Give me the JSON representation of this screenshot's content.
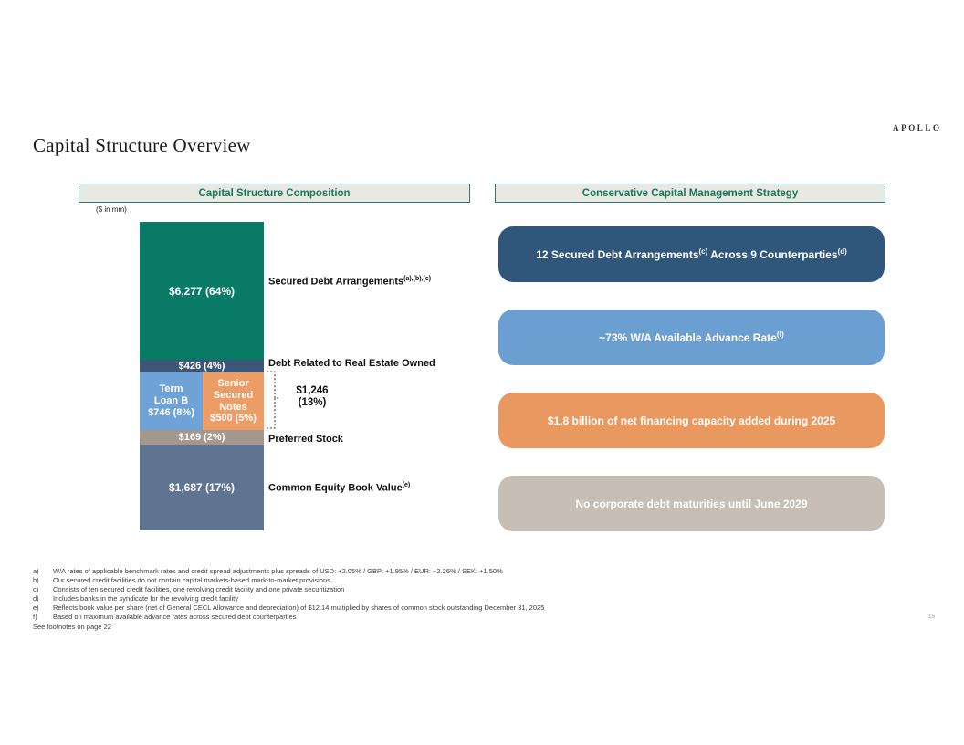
{
  "slide": {
    "logo_text": "APOLLO",
    "title": "Capital Structure Overview",
    "page_number": "15",
    "footnote_ref": "See footnotes on page 22"
  },
  "left_panel": {
    "header": "Capital Structure Composition",
    "units_note": "($ in mm)",
    "bar_labels": {
      "secured": {
        "text": "Secured Debt Arrangements",
        "sup": "(a),(b),(c)"
      },
      "real_estate": {
        "text": "Debt Related to Real Estate Owned",
        "sup": ""
      },
      "preferred": {
        "text": "Preferred Stock",
        "sup": ""
      },
      "common_equity": {
        "text": "Common Equity Book Value",
        "sup": "(e)"
      }
    }
  },
  "right_panel": {
    "header": "Conservative Capital Management Strategy",
    "boxes": [
      {
        "part1": "12 Secured Debt Arrangements",
        "sup1": "(c)",
        "part2": " Across 9 Counterparties",
        "sup2": "(d)",
        "color": "#30567c"
      },
      {
        "part1": "~73% W/A Available Advance Rate",
        "sup1": "(f)",
        "part2": "",
        "sup2": "",
        "color": "#6b9fd2"
      },
      {
        "part1": "$1.8 billion of net financing capacity added during 2025",
        "sup1": "",
        "part2": "",
        "sup2": "",
        "color": "#e9985f"
      },
      {
        "part1": "No corporate debt maturities until June 2029",
        "sup1": "",
        "part2": "",
        "sup2": "",
        "color": "#c7bfb5"
      }
    ]
  },
  "chart_data": {
    "type": "bar",
    "subtype": "single-stacked-column",
    "title": "Capital Structure Composition",
    "units": "$ in mm",
    "total_value": 9805,
    "segments": [
      {
        "label": "Secured Debt Arrangements",
        "value": 6277,
        "pct": 64,
        "display": "$6,277 (64%)",
        "color": "#087a65"
      },
      {
        "label": "Debt Related to Real Estate Owned",
        "value": 426,
        "pct": 4,
        "display": "$426 (4%)",
        "color": "#3d5675"
      },
      {
        "label": "Term Loan B",
        "value": 746,
        "pct": 8,
        "display": "$746 (8%)",
        "color": "#6fa2d6"
      },
      {
        "label": "Senior Secured Notes",
        "value": 500,
        "pct": 5,
        "display": "$500 (5%)",
        "color": "#ec9d66"
      },
      {
        "label": "Preferred Stock",
        "value": 169,
        "pct": 2,
        "display": "$169 (2%)",
        "color": "#a3988b"
      },
      {
        "label": "Common Equity Book Value",
        "value": 1687,
        "pct": 17,
        "display": "$1,687 (17%)",
        "color": "#5f7490"
      }
    ],
    "bracket": {
      "display_value": "$1,246",
      "display_pct": "(13%)",
      "value": 1246,
      "pct": 13,
      "covers": [
        "Term Loan B",
        "Senior Secured Notes"
      ]
    }
  },
  "footnotes": [
    {
      "marker": "a)",
      "text": "W/A rates of applicable benchmark rates and credit spread adjustments plus spreads of USD: +2.05% / GBP: +1.95% / EUR: +2.26% / SEK: +1.50%"
    },
    {
      "marker": "b)",
      "text": "Our secured credit facilities do not contain capital markets-based mark-to-market provisions"
    },
    {
      "marker": "c)",
      "text": "Consists of ten secured credit facilities, one revolving credit facility and one private securitization"
    },
    {
      "marker": "d)",
      "text": "Includes banks in the syndicate for the revolving credit facility"
    },
    {
      "marker": "e)",
      "text": "Reflects book value per share (net of General CECL Allowance and depreciation) of $12.14 multiplied by shares of common stock outstanding December 31, 2025"
    },
    {
      "marker": "f)",
      "text": "Based on maximum available advance rates across secured debt counterparties"
    }
  ]
}
